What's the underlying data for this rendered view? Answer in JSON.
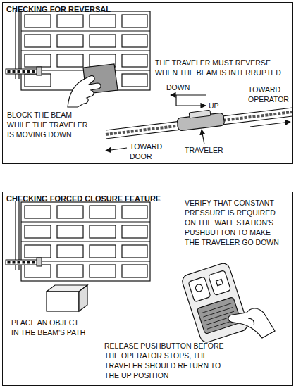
{
  "diagram": {
    "nodes": [
      {
        "text": [
          "CHECKING FOR REVERSAL"
        ]
      },
      {
        "text": [
          "CHECKING FORCED CLOSURE FEATURE"
        ]
      }
    ],
    "labels": [
      "THE TRAVELER MUST REVERSE WHEN THE BEAM IS INTERRUPTED",
      "DOWN",
      "UP",
      "TOWARD OPERATOR",
      "TOWARD DOOR",
      "TRAVELER",
      "BLOCK THE BEAM WHILE THE TRAVELER IS MOVING DOWN",
      "VERIFY THAT CONSTANT PRESSURE IS REQUIRED ON THE WALL STATION'S PUSHBUTTON TO MAKE THE TRAVELER GO DOWN",
      "PLACE AN OBJECT IN THE BEAM'S PATH",
      "RELEASE PUSHBUTTON BEFORE THE OPERATOR STOPS, THE TRAVELER SHOULD RETURN TO THE UP POSITION"
    ]
  }
}
